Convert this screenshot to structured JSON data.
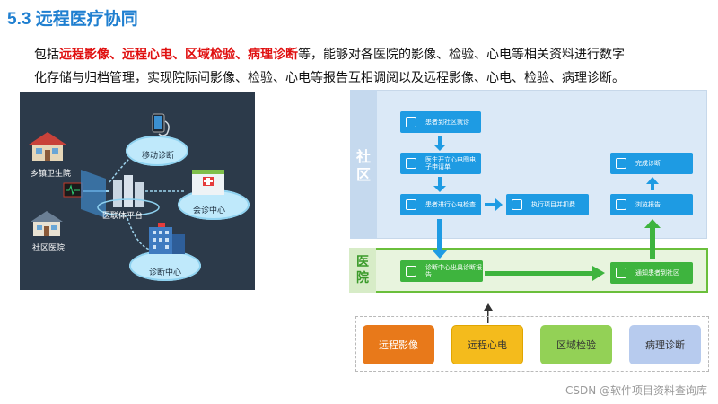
{
  "slide": {
    "title": "5.3 远程医疗协同",
    "intro": {
      "prefix": "包括",
      "hl1": "远程影像",
      "sep1": "、",
      "hl2": "远程心电",
      "sep2": "、",
      "hl3": "区域检验",
      "sep3": "、",
      "hl4": "病理诊断",
      "rest1": "等，能够对各医院的影像、检验、心电等相关资料进行数字",
      "line2": "化存储与归档管理，实现院际间影像、检验、心电等报告互相调阅以及远程影像、心电、检验、病理诊断。"
    }
  },
  "illustration": {
    "township": "乡镇卫生院",
    "community": "社区医院",
    "mobile": "移动诊断",
    "platform": "医联体平台",
    "consult": "会诊中心",
    "diagnosis": "诊断中心"
  },
  "flow": {
    "community_label": "社区",
    "hospital_label": "医院",
    "steps": {
      "s1": "患者到社区就诊",
      "s2": "医生开立心电图电子申请单",
      "s3": "患者进行心电检查",
      "s4": "执行项目并扣费",
      "s5": "完成诊断",
      "s6": "浏览报告",
      "h1": "诊断中心出具诊断报告",
      "h2": "通知患者到社区"
    },
    "categories": [
      "远程影像",
      "远程心电",
      "区域检验",
      "病理诊断"
    ]
  },
  "watermark": "CSDN @软件项目资料查询库",
  "colors": {
    "title": "#1f7fd0",
    "highlight": "#e01010",
    "flow_blue": "#1e9be3",
    "flow_green": "#3eb43e"
  }
}
